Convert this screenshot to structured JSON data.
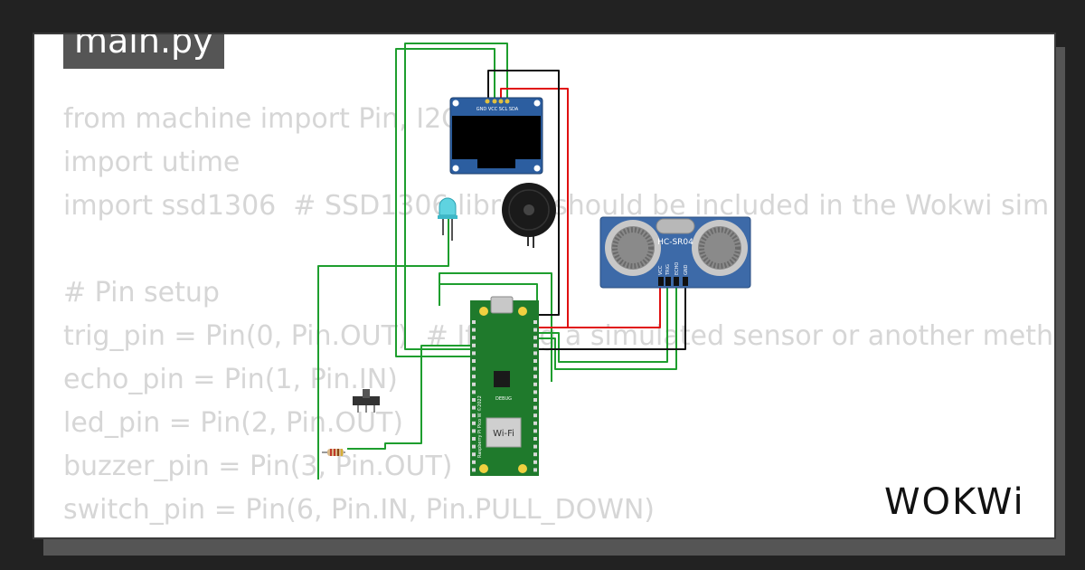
{
  "file_tab": {
    "label": "main.py"
  },
  "code_lines": [
    "from machine import Pin, I2C",
    "import utime",
    "import ssd1306  # SSD1306 library should be included in the Wokwi sim",
    "",
    "# Pin setup",
    "trig_pin = Pin(0, Pin.OUT)  # If using a simulated sensor or another meth",
    "echo_pin = Pin(1, Pin.IN)",
    "led_pin = Pin(2, Pin.OUT)",
    "buzzer_pin = Pin(3, Pin.OUT)",
    "switch_pin = Pin(6, Pin.IN, Pin.PULL_DOWN)"
  ],
  "components": {
    "oled": {
      "pin_labels": "GND VCC SCL SDA"
    },
    "ultrasonic": {
      "name": "HC-SR04",
      "pins": [
        "VCC",
        "TRIG",
        "ECHO",
        "GND"
      ]
    },
    "pico": {
      "board_text": "Raspberry Pi Pico W ©2022",
      "wifi_label": "Wi-Fi",
      "debug_label": "DEBUG"
    }
  },
  "brand": {
    "logo_text": "WOKWi"
  },
  "colors": {
    "background": "#222222",
    "card": "#ffffff",
    "tab": "#555555",
    "code_text": "#d6d6d6",
    "wire_green": "#1e9e2e",
    "wire_red": "#e01010",
    "wire_black": "#111111",
    "pcb_green": "#1f7a2c",
    "sensor_blue": "#3d6aa8"
  }
}
